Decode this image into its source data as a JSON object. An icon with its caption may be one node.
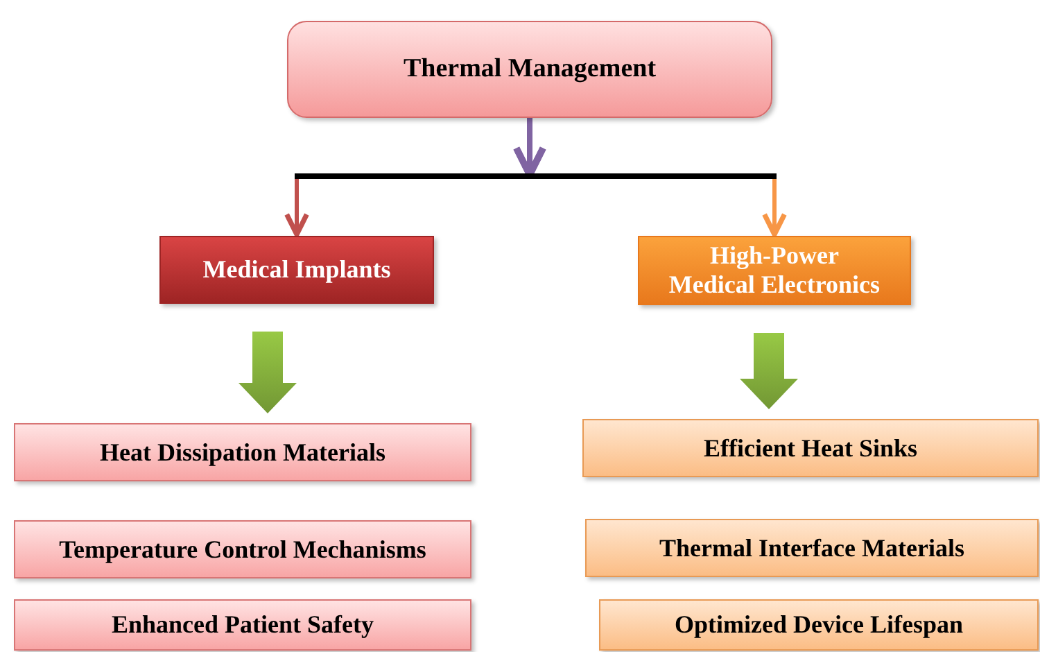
{
  "diagram": {
    "nodes": [
      {
        "text": [
          "Thermal Management"
        ]
      },
      {
        "text": [
          "Medical Implants"
        ]
      },
      {
        "text": [
          "High-Power Medical Electronics"
        ]
      },
      {
        "text": [
          "Heat Dissipation Materials"
        ]
      },
      {
        "text": [
          "Temperature Control Mechanisms"
        ]
      },
      {
        "text": [
          "Enhanced Patient Safety"
        ]
      },
      {
        "text": [
          "Efficient Heat Sinks"
        ]
      },
      {
        "text": [
          "Thermal Interface Materials"
        ]
      },
      {
        "text": [
          "Optimized Device Lifespan"
        ]
      }
    ],
    "edges": [
      {
        "from": 0,
        "to": 1,
        "arrow": "to",
        "color": "#c0504d"
      },
      {
        "from": 0,
        "to": 2,
        "arrow": "to",
        "color": "#f79646"
      },
      {
        "from": 1,
        "to": 3,
        "arrow": "to",
        "style": "thick",
        "color": "#7fa83a"
      },
      {
        "from": 2,
        "to": 6,
        "arrow": "to",
        "style": "thick",
        "color": "#7fa83a"
      }
    ]
  }
}
